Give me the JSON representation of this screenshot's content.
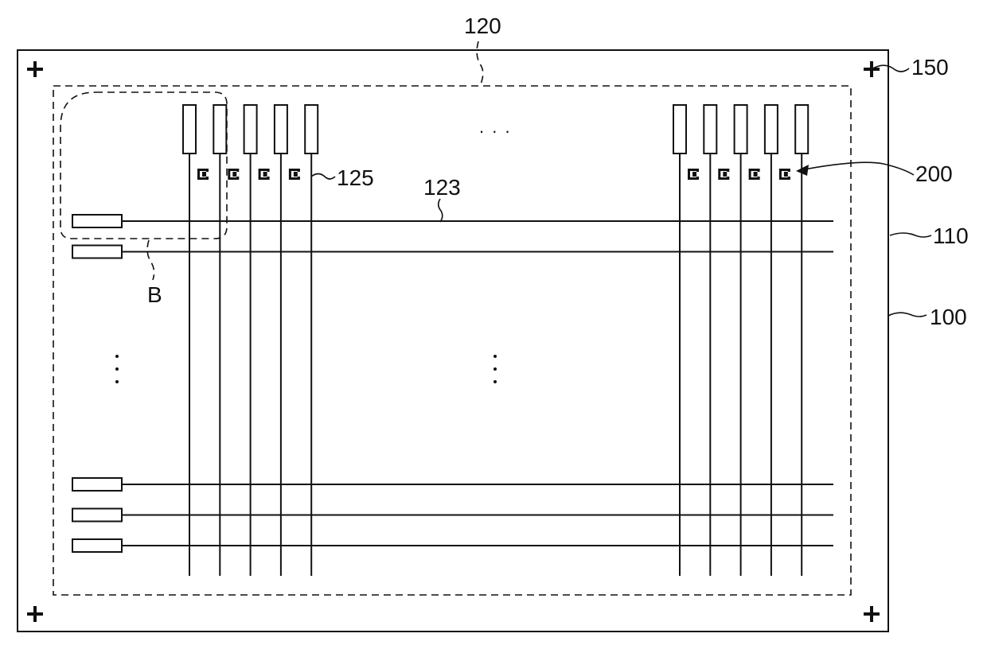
{
  "labels": {
    "substrate": "100",
    "peripheral_area": "110",
    "active_area": "120",
    "gate_line": "123",
    "data_line": "125",
    "alignment_mark": "150",
    "test_pattern": "200",
    "region": "B"
  },
  "ellipsis": {
    "top_horizontal": ". . .",
    "left_vertical": "⋮",
    "center_vertical": "⋮"
  },
  "colors": {
    "line": "#111111",
    "background": "#ffffff"
  },
  "counts": {
    "left_data_lines": 5,
    "right_data_lines": 5,
    "top_gate_lines": 2,
    "bottom_gate_lines": 3,
    "left_test_patterns": 4,
    "right_test_patterns": 4
  }
}
